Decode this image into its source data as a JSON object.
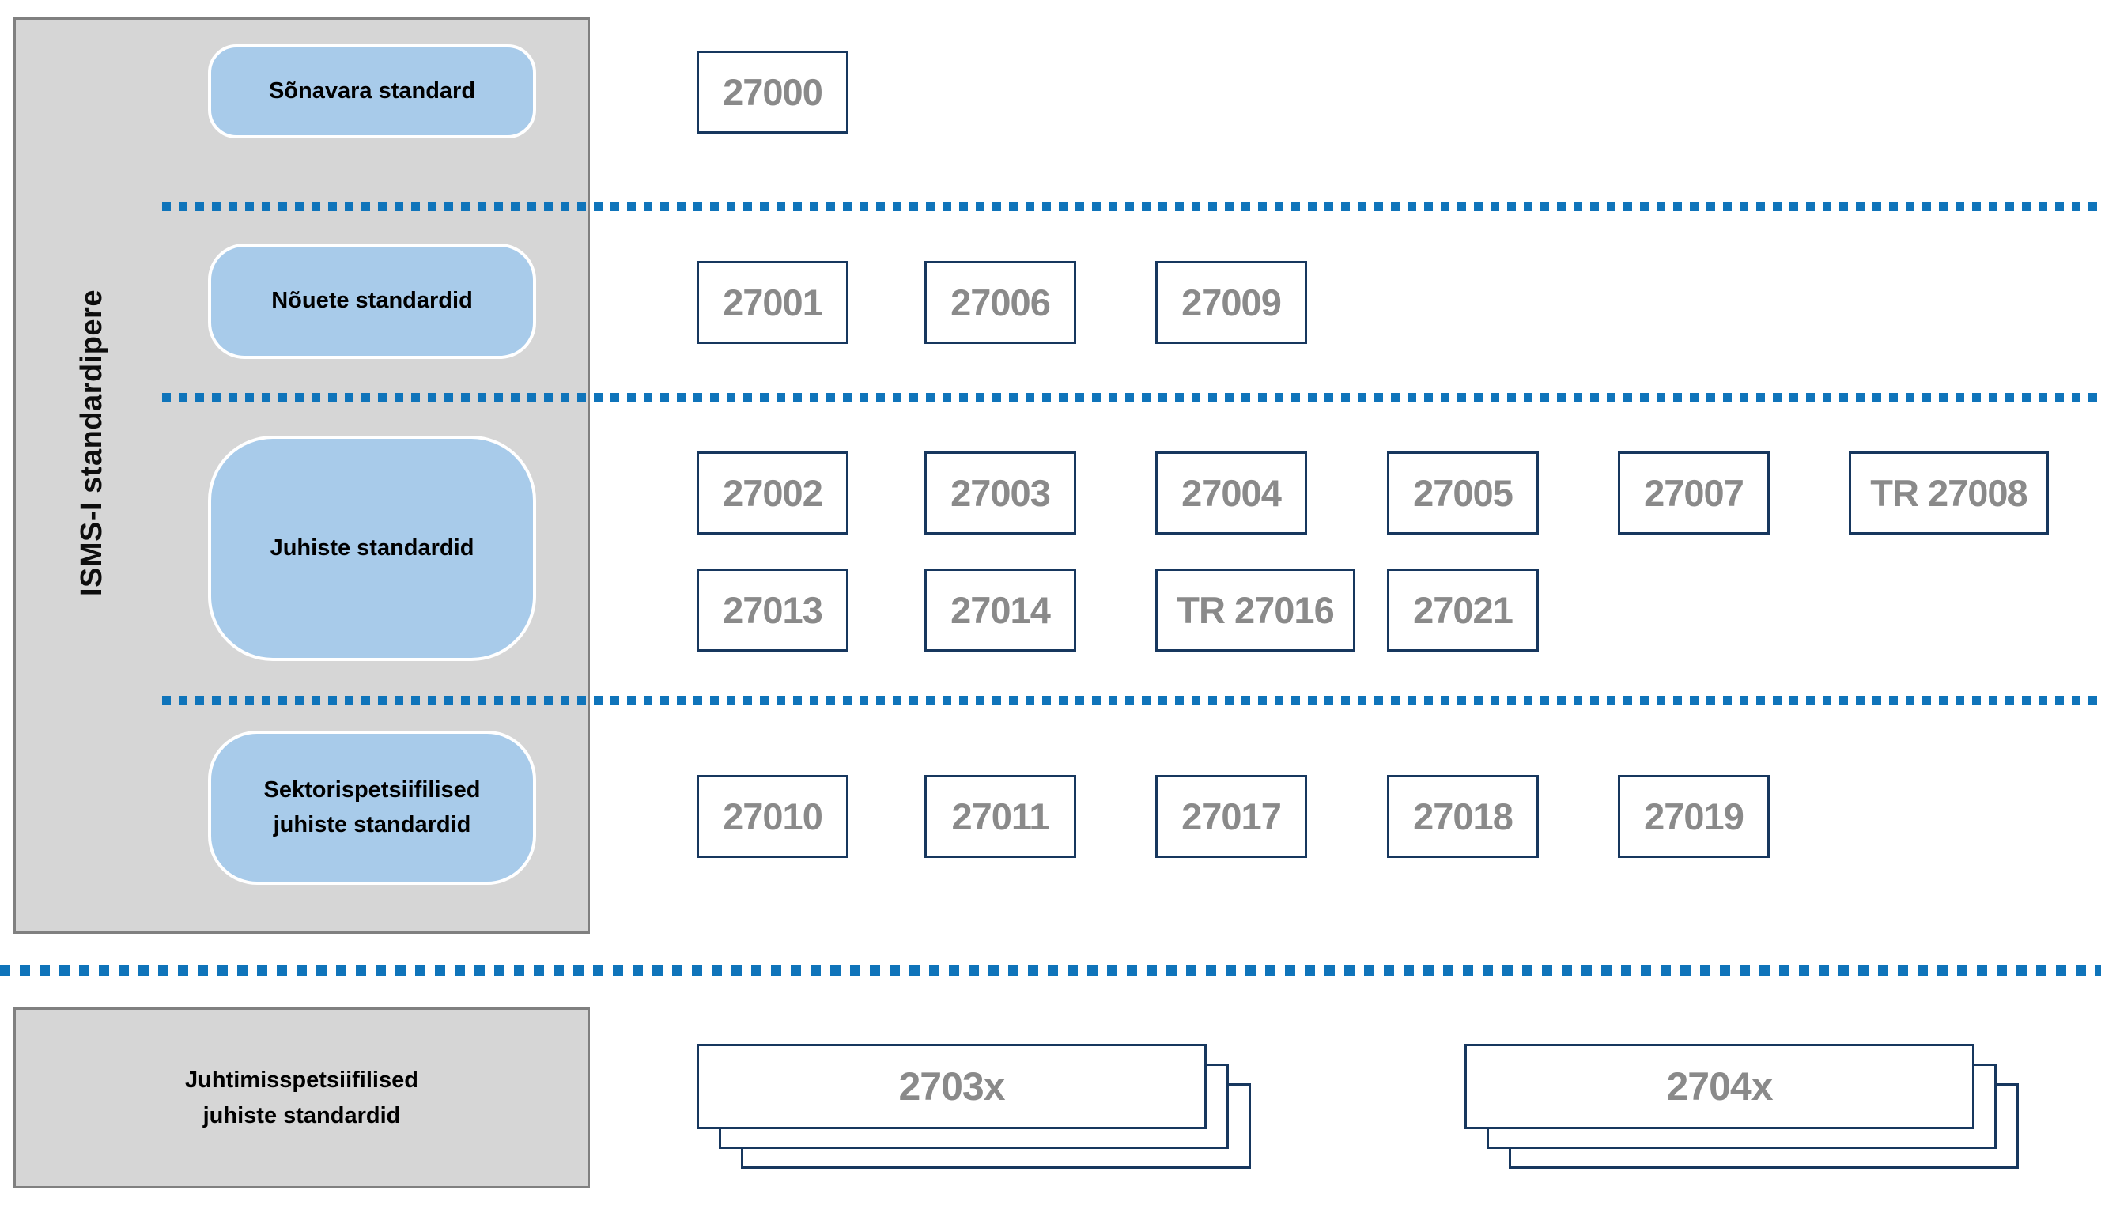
{
  "labels": {
    "family": "ISMS-I standardipere",
    "vocabulary": "Sõnavara standard",
    "requirements": "Nõuete standardid",
    "guidelines": "Juhiste standardid",
    "sector_line1": "Sektorispetsiifilised",
    "sector_line2": "juhiste standardid",
    "management_line1": "Juhtimisspetsiifilised",
    "management_line2": "juhiste standardid"
  },
  "rows": {
    "vocabulary": [
      "27000"
    ],
    "requirements": [
      "27001",
      "27006",
      "27009"
    ],
    "guidelines_row1": [
      "27002",
      "27003",
      "27004",
      "27005",
      "27007",
      "TR 27008"
    ],
    "guidelines_row2": [
      "27013",
      "27014",
      "TR 27016",
      "27021"
    ],
    "sector": [
      "27010",
      "27011",
      "27017",
      "27018",
      "27019"
    ]
  },
  "stacks": [
    "2703x",
    "2704x"
  ],
  "colors": {
    "panel_fill": "#d6d6d6",
    "panel_border": "#808080",
    "category_fill": "#a8cbea",
    "category_border": "#ffffff",
    "divider_blue": "#0f74ba",
    "standard_border": "#17375e",
    "standard_text": "#8a8a8a",
    "label_text": "#000000"
  }
}
